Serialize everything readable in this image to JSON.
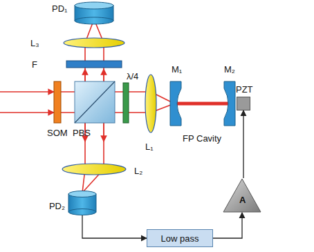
{
  "diagram": {
    "nodes": [
      {
        "text": [
          "PD₂"
        ]
      },
      {
        "text": [
          "Low pass"
        ]
      },
      {
        "text": [
          "A"
        ]
      },
      {
        "text": [
          "PZT"
        ]
      }
    ],
    "edges": [
      {
        "from": 0,
        "to": 1,
        "arrow": "to"
      },
      {
        "from": 1,
        "to": 2,
        "arrow": "to"
      },
      {
        "from": 2,
        "to": 3,
        "arrow": "to"
      }
    ],
    "labels": [
      "PD₁",
      "L₃",
      "F",
      "SOM",
      "PBS",
      "λ/4",
      "L₁",
      "M₁",
      "M₂",
      "FP Cavity",
      "L₂"
    ]
  }
}
